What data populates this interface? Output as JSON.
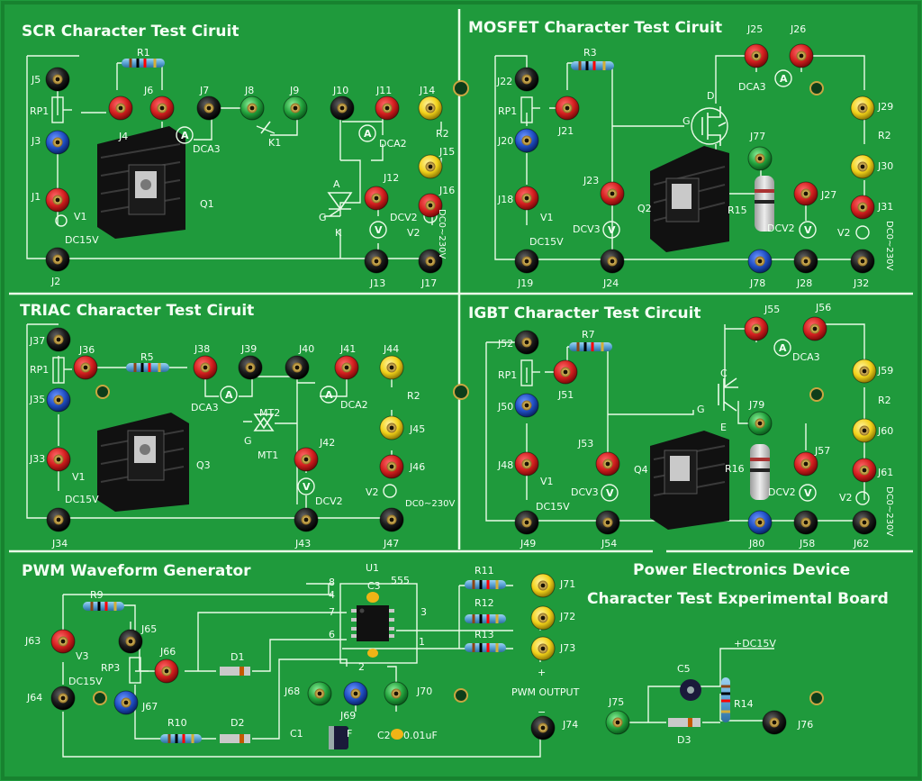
{
  "board_colors": {
    "pcb": "#1f9a3c",
    "pcb_dark": "#17822f",
    "silk": "#eafbe8",
    "red": "#d41f1f",
    "black": "#1b1b1b",
    "blue": "#1f4fc4",
    "yellow": "#f2d21a",
    "green": "#22a23c",
    "brass": "#c9a641"
  },
  "sections": {
    "scr": {
      "title": "SCR Character Test Ciruit"
    },
    "mosfet": {
      "title": "MOSFET Character Test Ciruit"
    },
    "triac": {
      "title": "TRIAC Character Test Ciruit"
    },
    "igbt": {
      "title": "IGBT Character Test Circuit"
    },
    "pwm": {
      "title": "PWM Waveform Generator"
    }
  },
  "board_title": {
    "line1": "Power Electronics Device",
    "line2": "Character Test Experimental Board"
  },
  "jacks": [
    {
      "id": "J5",
      "color": "black"
    },
    {
      "id": "J3",
      "color": "blue"
    },
    {
      "id": "J1",
      "color": "red"
    },
    {
      "id": "J2",
      "color": "black"
    },
    {
      "id": "R1top",
      "color": "none"
    },
    {
      "id": "J6a",
      "color": "red"
    },
    {
      "id": "J6",
      "color": "red"
    },
    {
      "id": "J7",
      "color": "black"
    },
    {
      "id": "J8",
      "color": "green"
    },
    {
      "id": "J9",
      "color": "green"
    },
    {
      "id": "J10",
      "color": "black"
    },
    {
      "id": "J11",
      "color": "red"
    },
    {
      "id": "J14",
      "color": "yellow"
    },
    {
      "id": "J15",
      "color": "yellow"
    },
    {
      "id": "J16",
      "color": "red"
    },
    {
      "id": "J12",
      "color": "red"
    },
    {
      "id": "J13",
      "color": "black"
    },
    {
      "id": "J17",
      "color": "black"
    },
    {
      "id": "J22",
      "color": "black"
    },
    {
      "id": "J20",
      "color": "blue"
    },
    {
      "id": "J18",
      "color": "red"
    },
    {
      "id": "J19",
      "color": "black"
    },
    {
      "id": "J21",
      "color": "red"
    },
    {
      "id": "J23",
      "color": "red"
    },
    {
      "id": "J24",
      "color": "black"
    },
    {
      "id": "J25",
      "color": "red"
    },
    {
      "id": "J26",
      "color": "red"
    },
    {
      "id": "J29",
      "color": "yellow"
    },
    {
      "id": "J30",
      "color": "yellow"
    },
    {
      "id": "J31",
      "color": "red"
    },
    {
      "id": "J77",
      "color": "green"
    },
    {
      "id": "J27",
      "color": "red"
    },
    {
      "id": "J78",
      "color": "blue"
    },
    {
      "id": "J28",
      "color": "black"
    },
    {
      "id": "J32",
      "color": "black"
    },
    {
      "id": "J37",
      "color": "black"
    },
    {
      "id": "J35",
      "color": "blue"
    },
    {
      "id": "J33",
      "color": "red"
    },
    {
      "id": "J34",
      "color": "black"
    },
    {
      "id": "J36",
      "color": "red"
    },
    {
      "id": "J38",
      "color": "red"
    },
    {
      "id": "J39",
      "color": "black"
    },
    {
      "id": "J40",
      "color": "black"
    },
    {
      "id": "J41",
      "color": "red"
    },
    {
      "id": "J44",
      "color": "yellow"
    },
    {
      "id": "J45",
      "color": "yellow"
    },
    {
      "id": "J46",
      "color": "red"
    },
    {
      "id": "J42",
      "color": "red"
    },
    {
      "id": "J43",
      "color": "black"
    },
    {
      "id": "J47",
      "color": "black"
    },
    {
      "id": "J52",
      "color": "black"
    },
    {
      "id": "J50",
      "color": "blue"
    },
    {
      "id": "J48",
      "color": "red"
    },
    {
      "id": "J49",
      "color": "black"
    },
    {
      "id": "J51",
      "color": "red"
    },
    {
      "id": "J53",
      "color": "red"
    },
    {
      "id": "J54",
      "color": "black"
    },
    {
      "id": "J55",
      "color": "red"
    },
    {
      "id": "J56",
      "color": "red"
    },
    {
      "id": "J59",
      "color": "yellow"
    },
    {
      "id": "J60",
      "color": "yellow"
    },
    {
      "id": "J61",
      "color": "red"
    },
    {
      "id": "J79",
      "color": "green"
    },
    {
      "id": "J57",
      "color": "red"
    },
    {
      "id": "J80",
      "color": "blue"
    },
    {
      "id": "J58",
      "color": "black"
    },
    {
      "id": "J62",
      "color": "black"
    },
    {
      "id": "J63",
      "color": "red"
    },
    {
      "id": "J64",
      "color": "black"
    },
    {
      "id": "J65",
      "color": "black"
    },
    {
      "id": "J66",
      "color": "red"
    },
    {
      "id": "J67",
      "color": "blue"
    },
    {
      "id": "J68",
      "color": "green"
    },
    {
      "id": "J69",
      "color": "blue"
    },
    {
      "id": "J70",
      "color": "green"
    },
    {
      "id": "J71",
      "color": "yellow"
    },
    {
      "id": "J72",
      "color": "yellow"
    },
    {
      "id": "J73",
      "color": "yellow"
    },
    {
      "id": "J74",
      "color": "black"
    },
    {
      "id": "J75",
      "color": "green"
    },
    {
      "id": "J76",
      "color": "black"
    }
  ],
  "labels": {
    "J5": "J5",
    "J3": "J3",
    "J1": "J1",
    "J2": "J2",
    "RP1": "RP1",
    "V1": "V1",
    "DC15V": "DC15V",
    "R1": "R1",
    "J4": "J4",
    "Q1": "Q1",
    "J6": "J6",
    "J7": "J7",
    "DCA3": "DCA3",
    "J8": "J8",
    "J9": "J9",
    "K1": "K1",
    "J10": "J10",
    "J11": "J11",
    "DCA2": "DCA2",
    "A": "A",
    "G": "G",
    "K": "K",
    "J12": "J12",
    "DCV2": "DCV2",
    "J14": "J14",
    "R2": "R2",
    "J15": "J15",
    "J16": "J16",
    "V2": "V2",
    "DC0_230V": "DC0~230V",
    "J13": "J13",
    "J17": "J17",
    "J22": "J22",
    "J20": "J20",
    "J18": "J18",
    "J19": "J19",
    "R3": "R3",
    "J21": "J21",
    "J23": "J23",
    "DCV3": "DCV3",
    "J24": "J24",
    "Q2": "Q2",
    "D": "D",
    "J25": "J25",
    "J26": "J26",
    "J29": "J29",
    "J30": "J30",
    "J31": "J31",
    "J77": "J77",
    "R15": "R15",
    "J27": "J27",
    "J78": "J78",
    "J28": "J28",
    "J32": "J32",
    "J37": "J37",
    "J35": "J35",
    "J33": "J33",
    "J34": "J34",
    "J36": "J36",
    "R5": "R5",
    "Q3": "Q3",
    "J38": "J38",
    "J39": "J39",
    "MT2": "MT2",
    "MT1": "MT1",
    "J40": "J40",
    "J41": "J41",
    "J44": "J44",
    "J45": "J45",
    "J46": "J46",
    "J42": "J42",
    "J43": "J43",
    "J47": "J47",
    "J52": "J52",
    "J50": "J50",
    "J48": "J48",
    "J49": "J49",
    "R7": "R7",
    "J51": "J51",
    "J53": "J53",
    "J54": "J54",
    "Q4": "Q4",
    "C": "C",
    "E": "E",
    "J55": "J55",
    "J56": "J56",
    "J59": "J59",
    "J60": "J60",
    "J61": "J61",
    "J79": "J79",
    "R16": "R16",
    "J57": "J57",
    "J80": "J80",
    "J58": "J58",
    "J62": "J62",
    "R9": "R9",
    "J63": "J63",
    "V3": "V3",
    "J64": "J64",
    "J65": "J65",
    "RP3": "RP3",
    "J66": "J66",
    "D1": "D1",
    "J67": "J67",
    "R10": "R10",
    "D2": "D2",
    "U1": "U1",
    "C3": "C3",
    "IC555": "555",
    "p8": "8",
    "p4": "4",
    "p7": "7",
    "p6": "6",
    "p2": "2",
    "p1": "1",
    "p3": "3",
    "J68": "J68",
    "J69": "J69",
    "J70": "J70",
    "C1": "C1",
    "F": "F",
    "C2": "C2",
    "C2val": "0.01uF",
    "R11": "R11",
    "R12": "R12",
    "R13": "R13",
    "J71": "J71",
    "J72": "J72",
    "J73": "J73",
    "plus": "+",
    "minus": "−",
    "PWM_OUTPUT": "PWM OUTPUT",
    "J74": "J74",
    "C5": "C5",
    "DC15V_plus": "+DC15V",
    "R14": "R14",
    "J75": "J75",
    "J76": "J76",
    "D3": "D3"
  }
}
